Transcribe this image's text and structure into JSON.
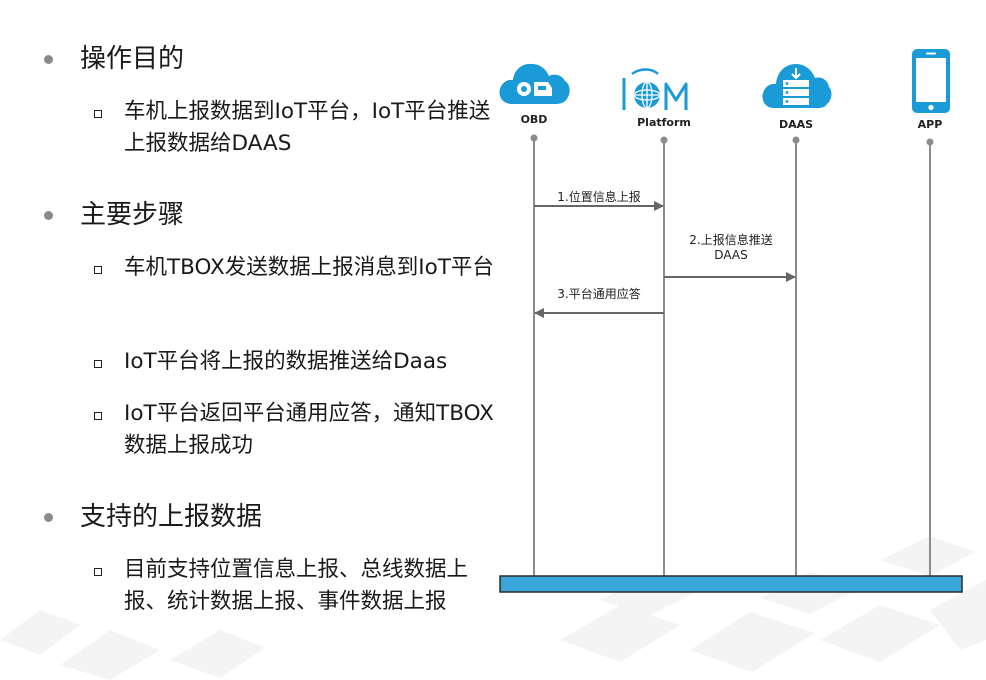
{
  "outline": {
    "sections": [
      {
        "title": "操作目的",
        "items": [
          "车机上报数据到IoT平台，IoT平台推送上报数据给DAAS"
        ]
      },
      {
        "title": "主要步骤",
        "items": [
          "车机TBOX发送数据上报消息到IoT平台",
          "IoT平台将上报的数据推送给Daas",
          "IoT平台返回平台通用应答，通知TBOX数据上报成功"
        ]
      },
      {
        "title": "支持的上报数据",
        "items": [
          "目前支持位置信息上报、总线数据上报、统计数据上报、事件数据上报"
        ]
      }
    ]
  },
  "diagram": {
    "actors": [
      {
        "label": "OBD",
        "icon": "cloud-car-icon"
      },
      {
        "label": "Platform",
        "icon": "iom-globe-logo-icon"
      },
      {
        "label": "DAAS",
        "icon": "cloud-server-icon"
      },
      {
        "label": "APP",
        "icon": "smartphone-icon"
      }
    ],
    "messages": [
      {
        "line1": "1.位置信息上报",
        "line2": "",
        "from": "OBD",
        "to": "Platform"
      },
      {
        "line1": "2.上报信息推送",
        "line2": "DAAS",
        "from": "Platform",
        "to": "DAAS"
      },
      {
        "line1": "3.平台通用应答",
        "line2": "",
        "from": "Platform",
        "to": "OBD"
      }
    ],
    "colors": {
      "icon_blue": "#1a9ad6",
      "lifeline": "#8c8c8c",
      "arrow": "#666666",
      "bar_fill": "#3aa6dc",
      "bar_border": "#2a2a2a"
    }
  }
}
